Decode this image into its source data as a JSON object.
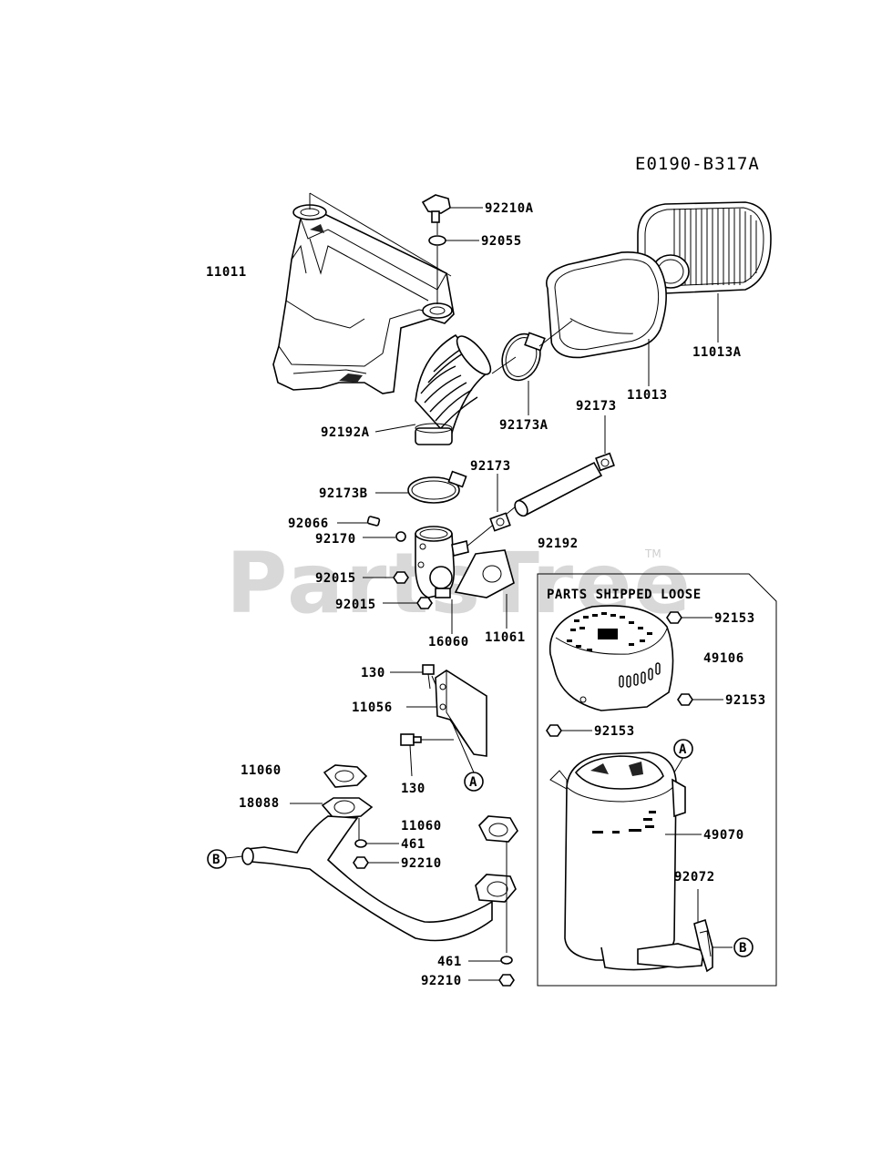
{
  "diagram_code": "E0190-B317A",
  "watermark": {
    "text": "PartsTree",
    "mark": "TM"
  },
  "parts_box_title": "PARTS SHIPPED LOOSE",
  "callouts": {
    "c_11011": "11011",
    "c_92210A": "92210A",
    "c_92055": "92055",
    "c_11013A": "11013A",
    "c_11013": "11013",
    "c_92173A": "92173A",
    "c_92192A": "92192A",
    "c_92173_top": "92173",
    "c_92173B": "92173B",
    "c_92173_mid": "92173",
    "c_92066": "92066",
    "c_92170": "92170",
    "c_92192": "92192",
    "c_92015_a": "92015",
    "c_92015_b": "92015",
    "c_16060": "16060",
    "c_11061": "11061",
    "c_130_top": "130",
    "c_11056": "11056",
    "c_130_bot": "130",
    "c_11060_a": "11060",
    "c_18088": "18088",
    "c_11060_b": "11060",
    "c_461_a": "461",
    "c_92210_a": "92210",
    "c_461_b": "461",
    "c_92210_b": "92210",
    "c_92153_a": "92153",
    "c_49106": "49106",
    "c_92153_b": "92153",
    "c_92153_c": "92153",
    "c_49070": "49070",
    "c_92072": "92072"
  },
  "markers": {
    "a1": "A",
    "a2": "A",
    "b1": "B",
    "b2": "B"
  }
}
